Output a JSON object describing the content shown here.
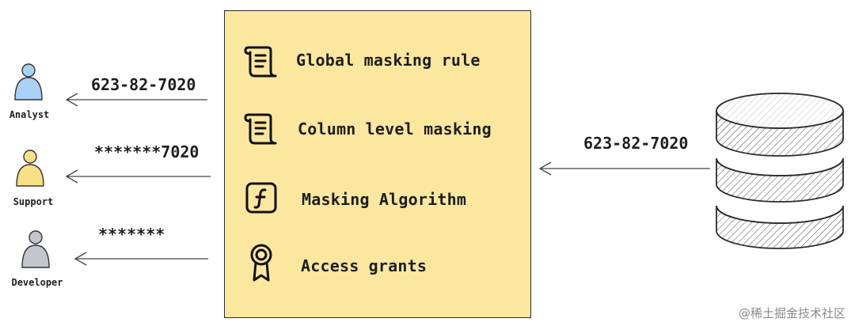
{
  "policy": {
    "items": [
      {
        "label": "Global masking rule",
        "icon": "scroll-icon"
      },
      {
        "label": "Column level masking",
        "icon": "scroll-icon"
      },
      {
        "label": "Masking Algorithm",
        "icon": "function-icon"
      },
      {
        "label": "Access grants",
        "icon": "ribbon-badge-icon"
      }
    ],
    "fill_color": "#fbe79e"
  },
  "source": {
    "icon": "database-icon",
    "value": "623-82-7020"
  },
  "consumers": [
    {
      "role": "Analyst",
      "value": "623-82-7020",
      "color": "#a9d1f5"
    },
    {
      "role": "Support",
      "value": "*******7020",
      "color": "#f7df86"
    },
    {
      "role": "Developer",
      "value": "*******",
      "color": "#c3c6cc"
    }
  ],
  "watermark": "@稀土掘金技术社区"
}
